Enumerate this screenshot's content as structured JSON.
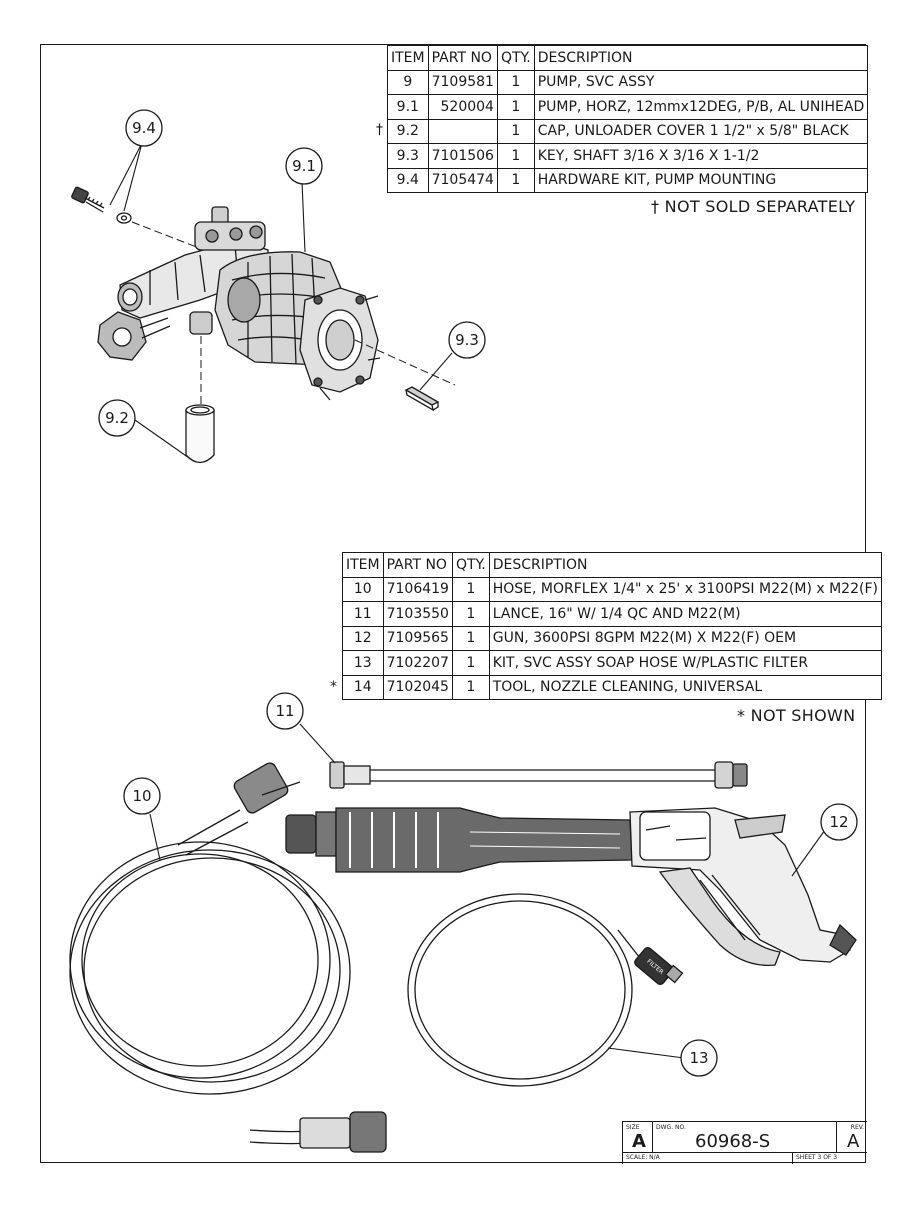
{
  "bom_top": {
    "headers": [
      "ITEM",
      "PART NO",
      "QTY.",
      "DESCRIPTION"
    ],
    "rows": [
      {
        "mark": "",
        "item": "9",
        "part": "7109581",
        "qty": "1",
        "desc": "PUMP, SVC ASSY"
      },
      {
        "mark": "",
        "item": "9.1",
        "part": "520004",
        "qty": "1",
        "desc": "PUMP, HORZ, 12mmx12DEG, P/B, AL UNIHEAD"
      },
      {
        "mark": "†",
        "item": "9.2",
        "part": "",
        "qty": "1",
        "desc": "CAP, UNLOADER COVER 1 1/2\" x 5/8\" BLACK"
      },
      {
        "mark": "",
        "item": "9.3",
        "part": "7101506",
        "qty": "1",
        "desc": "KEY, SHAFT 3/16 X 3/16 X 1-1/2"
      },
      {
        "mark": "",
        "item": "9.4",
        "part": "7105474",
        "qty": "1",
        "desc": "HARDWARE KIT, PUMP MOUNTING"
      }
    ],
    "note": "† NOT SOLD SEPARATELY"
  },
  "bom_bottom": {
    "headers": [
      "ITEM",
      "PART NO",
      "QTY.",
      "DESCRIPTION"
    ],
    "rows": [
      {
        "mark": "",
        "item": "10",
        "part": "7106419",
        "qty": "1",
        "desc": "HOSE, MORFLEX 1/4\" x 25' x 3100PSI M22(M) x M22(F)"
      },
      {
        "mark": "",
        "item": "11",
        "part": "7103550",
        "qty": "1",
        "desc": "LANCE, 16\" W/ 1/4 QC AND M22(M)"
      },
      {
        "mark": "",
        "item": "12",
        "part": "7109565",
        "qty": "1",
        "desc": "GUN, 3600PSI 8GPM M22(M) X M22(F) OEM"
      },
      {
        "mark": "",
        "item": "13",
        "part": "7102207",
        "qty": "1",
        "desc": "KIT, SVC ASSY SOAP HOSE W/PLASTIC FILTER"
      },
      {
        "mark": "*",
        "item": "14",
        "part": "7102045",
        "qty": "1",
        "desc": "TOOL, NOZZLE CLEANING, UNIVERSAL"
      }
    ],
    "note": "* NOT SHOWN"
  },
  "balloons": [
    "9.4",
    "9.1",
    "9.3",
    "9.2",
    "11",
    "10",
    "12",
    "13"
  ],
  "gun_marking": "FILTER",
  "title_block": {
    "size_caption": "SIZE",
    "size": "A",
    "dwg_caption": "DWG. NO.",
    "dwg_no": "60968-S",
    "rev_caption": "REV.",
    "rev": "A",
    "scale": "SCALE:   N/A",
    "sheet": "SHEET 3 OF 3"
  }
}
